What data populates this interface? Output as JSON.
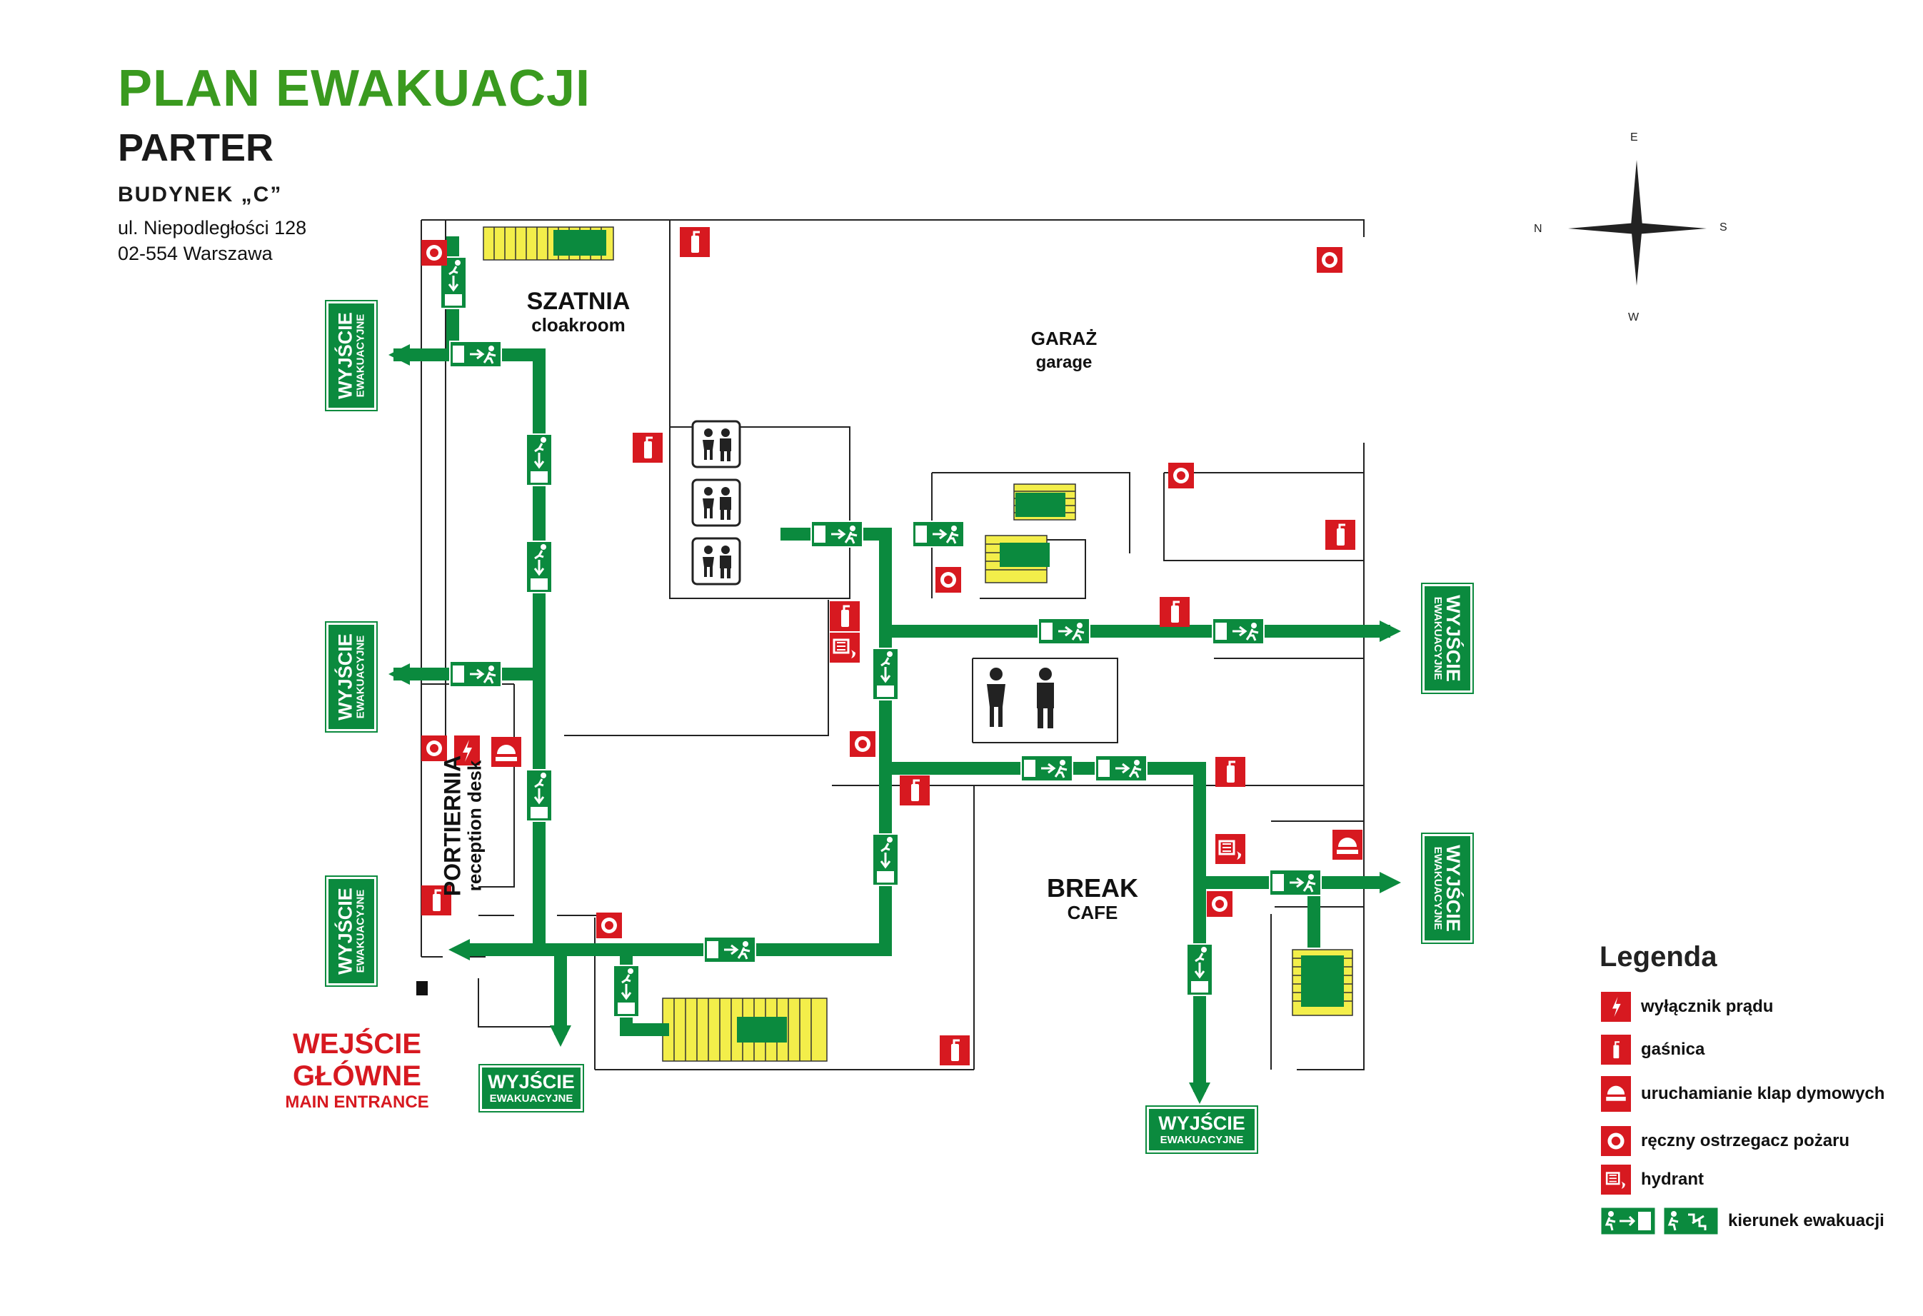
{
  "header": {
    "title": "PLAN EWAKUACJI",
    "floor": "PARTER",
    "building": "BUDYNEK „C”",
    "address_line1": "ul. Niepodległości 128",
    "address_line2": "02-554 Warszawa"
  },
  "rooms": {
    "cloakroom_pl": "SZATNIA",
    "cloakroom_en": "cloakroom",
    "garage_pl": "GARAŻ",
    "garage_en": "garage",
    "reception_pl": "PORTIERNIA",
    "reception_en": "reception desk",
    "cafe_pl": "BREAK",
    "cafe_en": "CAFE"
  },
  "exits": {
    "big": "WYJŚCIE",
    "small": "EWAKUACYJNE",
    "small_v": "EWAKUACYJNE"
  },
  "main_entrance": {
    "pl": "WEJŚCIE GŁÓWNE",
    "en": "MAIN ENTRANCE"
  },
  "compass": {
    "n": "N",
    "s": "S",
    "e": "E",
    "w": "W"
  },
  "legend": {
    "title": "Legenda",
    "items": [
      {
        "icon": "power-switch-icon",
        "label": "wyłącznik prądu"
      },
      {
        "icon": "fire-extinguisher-icon",
        "label": "gaśnica"
      },
      {
        "icon": "smoke-vent-icon",
        "label": "uruchamianie klap dymowych"
      },
      {
        "icon": "fire-alarm-icon",
        "label": "ręczny ostrzegacz pożaru"
      },
      {
        "icon": "hydrant-icon",
        "label": "hydrant"
      },
      {
        "icon": "evacuation-direction-icon",
        "label": "kierunek ewakuacji"
      }
    ]
  },
  "colors": {
    "route_green": "#0b8a3e",
    "title_green": "#3a9a1f",
    "safety_red": "#d71920",
    "stairs_yellow": "#f3ee4a"
  }
}
